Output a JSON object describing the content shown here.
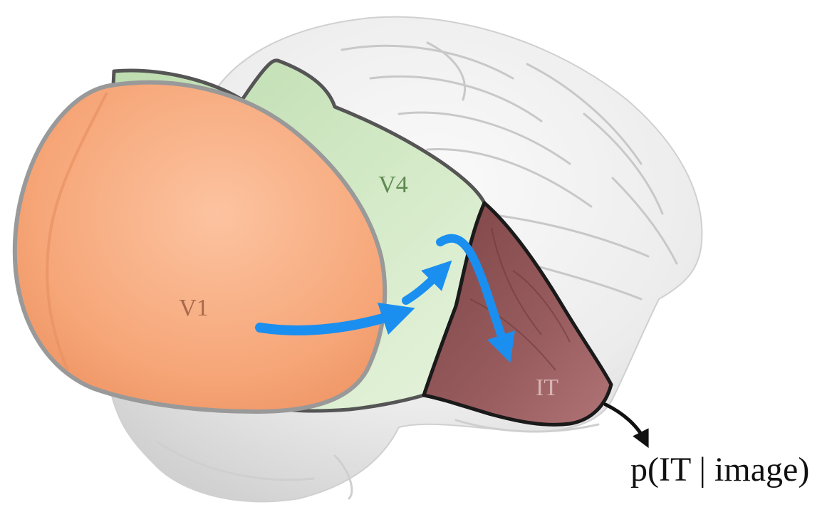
{
  "labels": {
    "v1": "V1",
    "v4": "V4",
    "it": "IT",
    "output": "p(IT | image)"
  },
  "colors": {
    "background": "#ffffff",
    "brain_light": "#f2f2f2",
    "brain_mid": "#dedede",
    "brain_shadow": "#c4c4c4",
    "v1_fill": "#f6a678",
    "v1_border": "#999999",
    "v1_text": "#a8694a",
    "v4_fill": "#d3e9c6",
    "v4_border": "#555555",
    "v4_text": "#5e8a50",
    "it_fill": "#93585a",
    "it_border": "#1a1a1a",
    "it_text": "#d8b3b3",
    "flow_arrow": "#1a8ff0",
    "output_arrow": "#111111"
  }
}
